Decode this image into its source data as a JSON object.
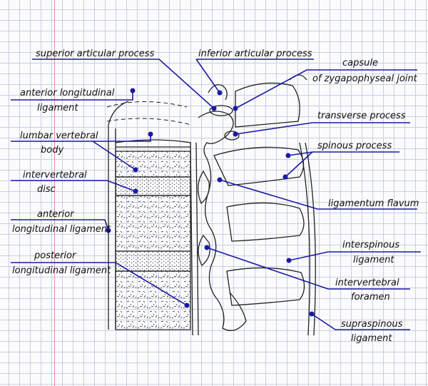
{
  "labels": {
    "superior_articular_process": "superior articular process",
    "inferior_articular_process": "inferior articular process",
    "capsule_line1": "capsule",
    "capsule_line2": "of zygapophyseal joint",
    "anterior_longitudinal_ligament_top_line1": "anterior longitudinal",
    "anterior_longitudinal_ligament_top_line2": "ligament",
    "transverse_process": "transverse process",
    "lumbar_vertebral_body_line1": "lumbar vertebral",
    "lumbar_vertebral_body_line2": "body",
    "spinous_process": "spinous process",
    "intervertebral_disc_line1": "intervertebral",
    "intervertebral_disc_line2": "disc",
    "ligamentum_flavum": "ligamentum flavum",
    "anterior_longitudinal_ligament_mid_line1": "anterior",
    "anterior_longitudinal_ligament_mid_line2": "longitudinal ligament",
    "interspinous_ligament_line1": "interspinous",
    "interspinous_ligament_line2": "ligament",
    "posterior_longitudinal_ligament_line1": "posterior",
    "posterior_longitudinal_ligament_line2": "longitudinal ligament",
    "intervertebral_foramen_line1": "intervertebral",
    "intervertebral_foramen_line2": "foramen",
    "supraspinous_ligament_line1": "supraspinous",
    "supraspinous_ligament_line2": "ligament"
  },
  "colors": {
    "leader": "#1a1aa6",
    "grid": "#c9cfe0",
    "margin": "#e58aa6",
    "ink": "#222222"
  }
}
